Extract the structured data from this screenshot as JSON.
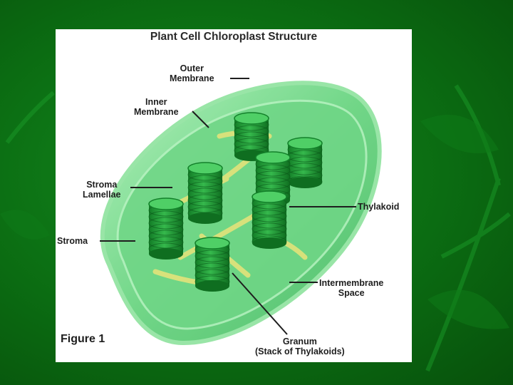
{
  "diagram": {
    "title": "Plant Cell Chloroplast Structure",
    "figure_label": "Figure 1",
    "labels": {
      "outer_membrane": [
        "Outer",
        "Membrane"
      ],
      "inner_membrane": [
        "Inner",
        "Membrane"
      ],
      "stroma_lamellae": [
        "Stroma",
        "Lamellae"
      ],
      "stroma": "Stroma",
      "thylakoid": "Thylakoid",
      "intermembrane_space": [
        "Intermembrane",
        "Space"
      ],
      "granum": [
        "Granum",
        "(Stack of Thylakoids)"
      ]
    }
  },
  "colors": {
    "slide_background": "#0b6c12",
    "chloroplast_fill": "#5fd07a",
    "granum_fill": "#1f9a35",
    "lamellae": "#e0e070"
  }
}
